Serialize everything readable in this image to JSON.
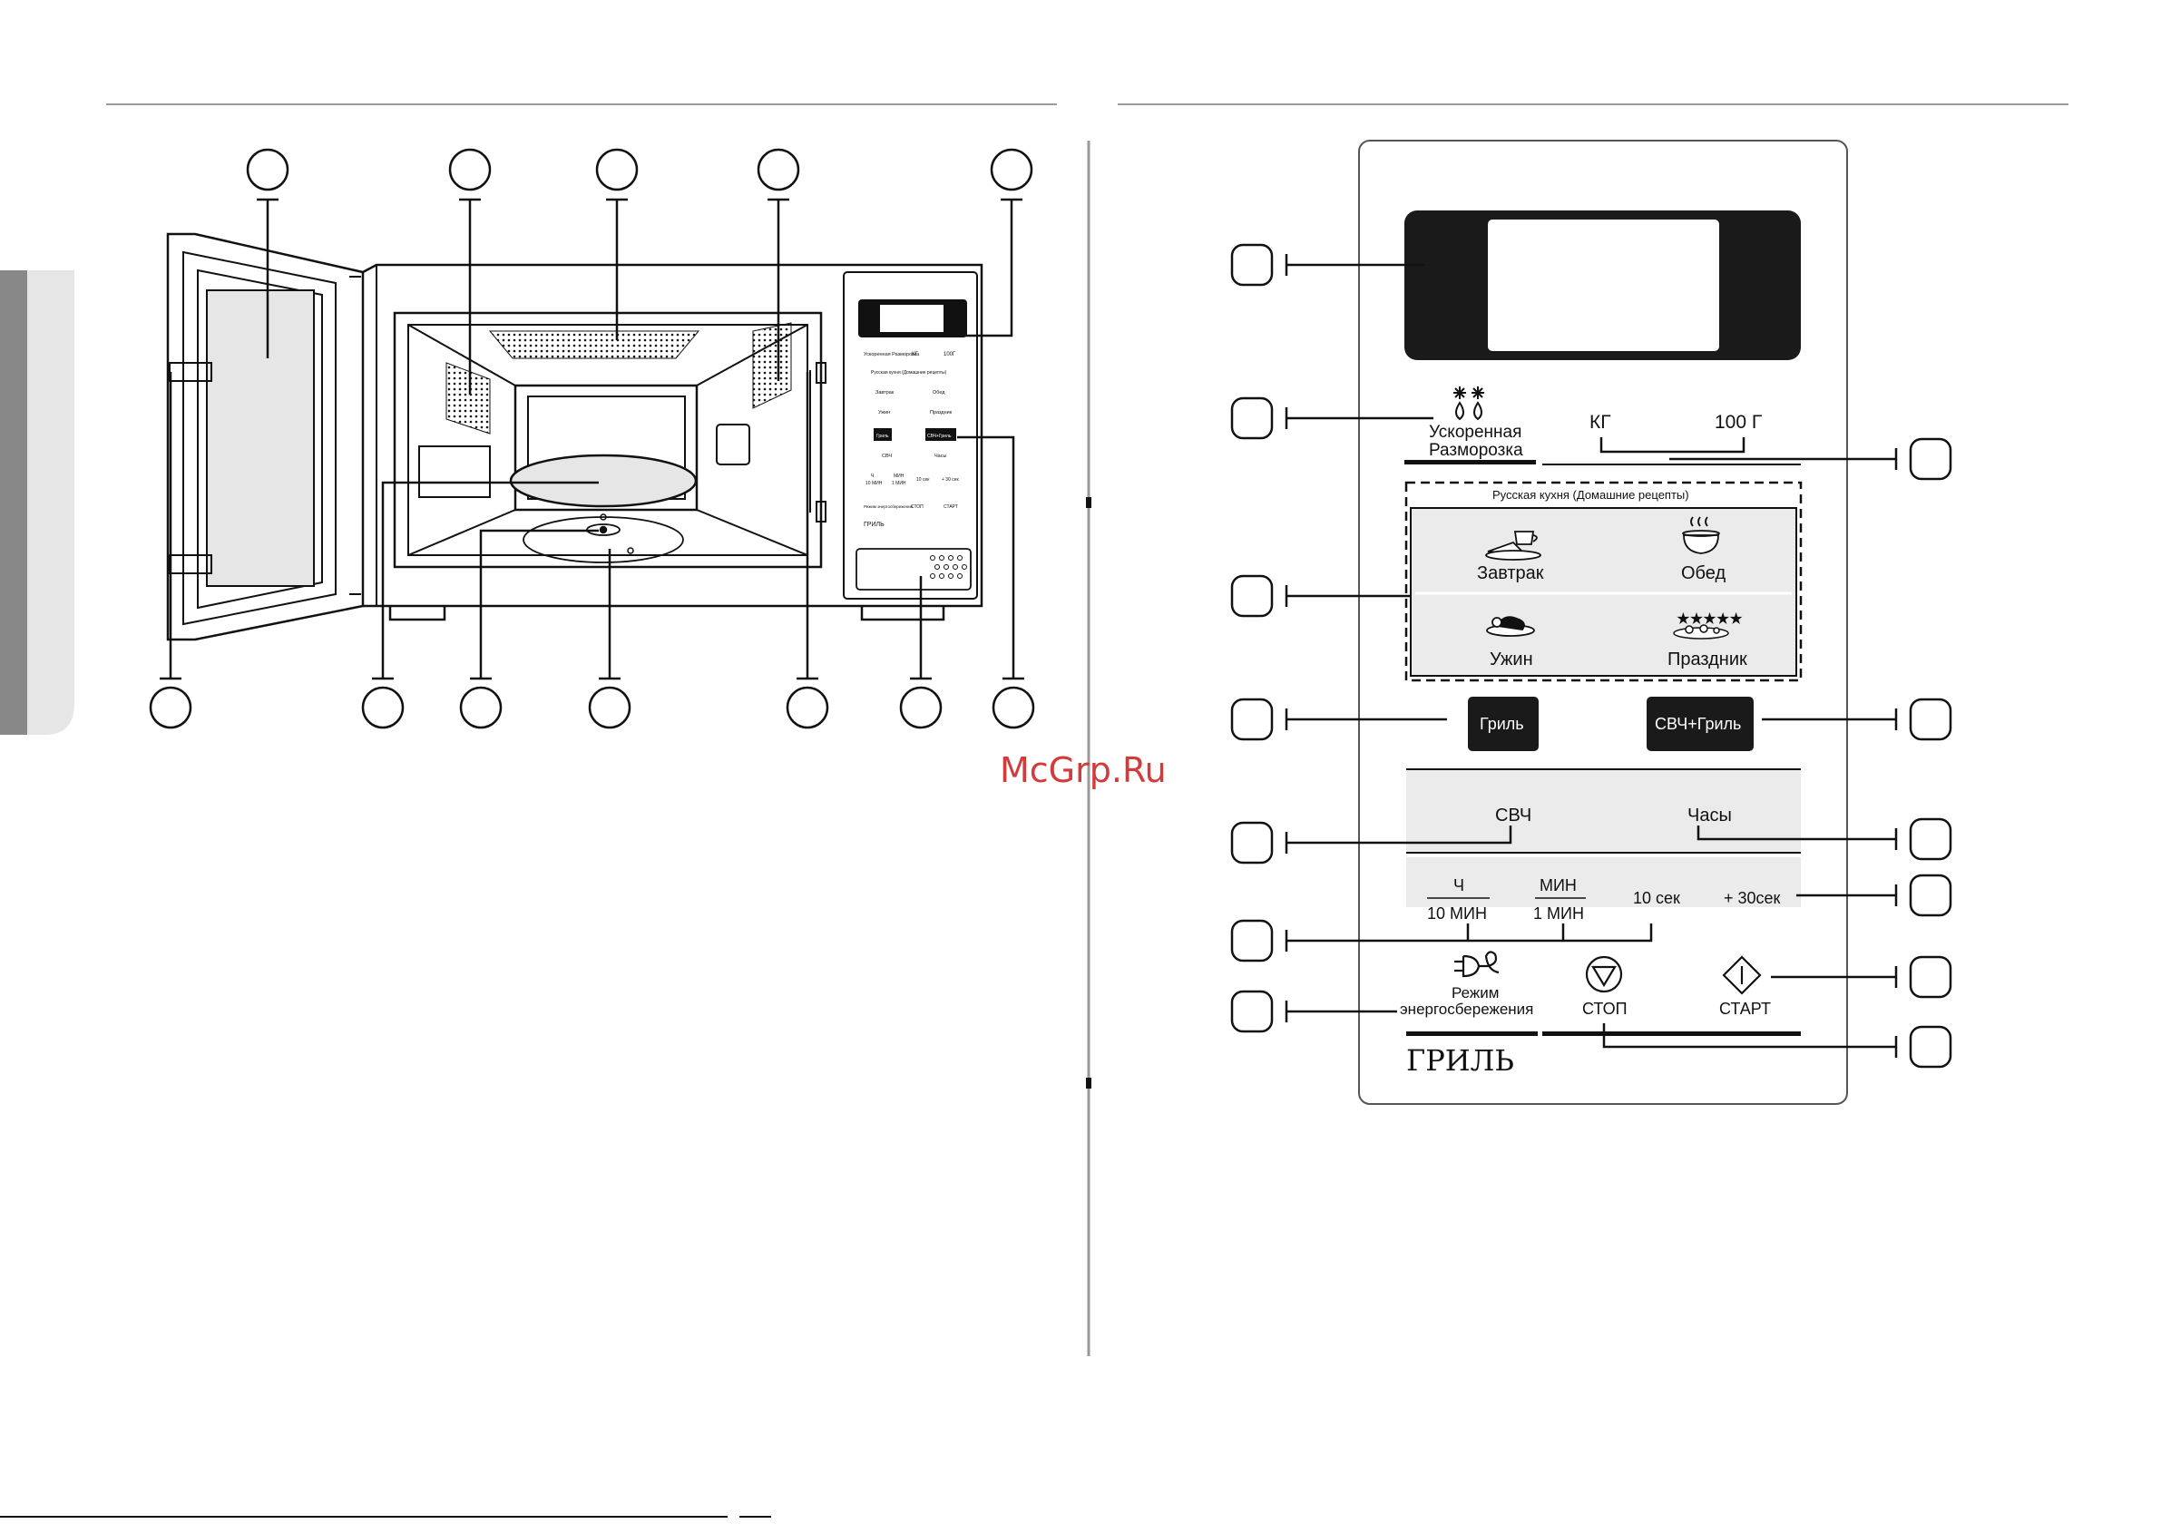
{
  "watermark": "McGrp.Ru",
  "panel": {
    "defrost_line1": "Ускоренная",
    "defrost_line2": "Разморозка",
    "kg": "КГ",
    "g100": "100 Г",
    "recipes_title": "Русская кухня (Домашние рецепты)",
    "recipe_breakfast": "Завтрак",
    "recipe_lunch": "Обед",
    "recipe_dinner": "Ужин",
    "recipe_holiday": "Праздник",
    "grill": "Гриль",
    "micro_grill": "СВЧ+Гриль",
    "micro": "СВЧ",
    "clock": "Часы",
    "hour": "Ч",
    "ten_min": "10 МИН",
    "min": "МИН",
    "one_min": "1 МИН",
    "ten_sec": "10 сек",
    "plus_30": "+ 30сек",
    "eco_line1": "Режим",
    "eco_line2": "энергосбережения",
    "stop": "СТОП",
    "start": "СТАРТ",
    "brand_label": "ГРИЛЬ"
  },
  "mini_panel": {
    "defrost": "Ускоренная Разморозка",
    "kg": "КГ",
    "g100": "100Г",
    "recipes_title": "Русская кухня (Домашние рецепты)",
    "breakfast": "Завтрак",
    "lunch": "Обед",
    "dinner": "Ужин",
    "holiday": "Праздник",
    "grill": "Гриль",
    "micro_grill": "СВЧ+Гриль",
    "micro": "СВЧ",
    "clock": "Часы",
    "hour": "Ч",
    "ten_min": "10 МИН",
    "min": "МИН",
    "one_min": "1 МИН",
    "ten_sec": "10 сек",
    "plus_30": "+ 30 сек",
    "eco": "Режим энергосбережения",
    "stop": "СТОП",
    "start": "СТАРТ",
    "brand_label": "ГРИЛЬ"
  }
}
